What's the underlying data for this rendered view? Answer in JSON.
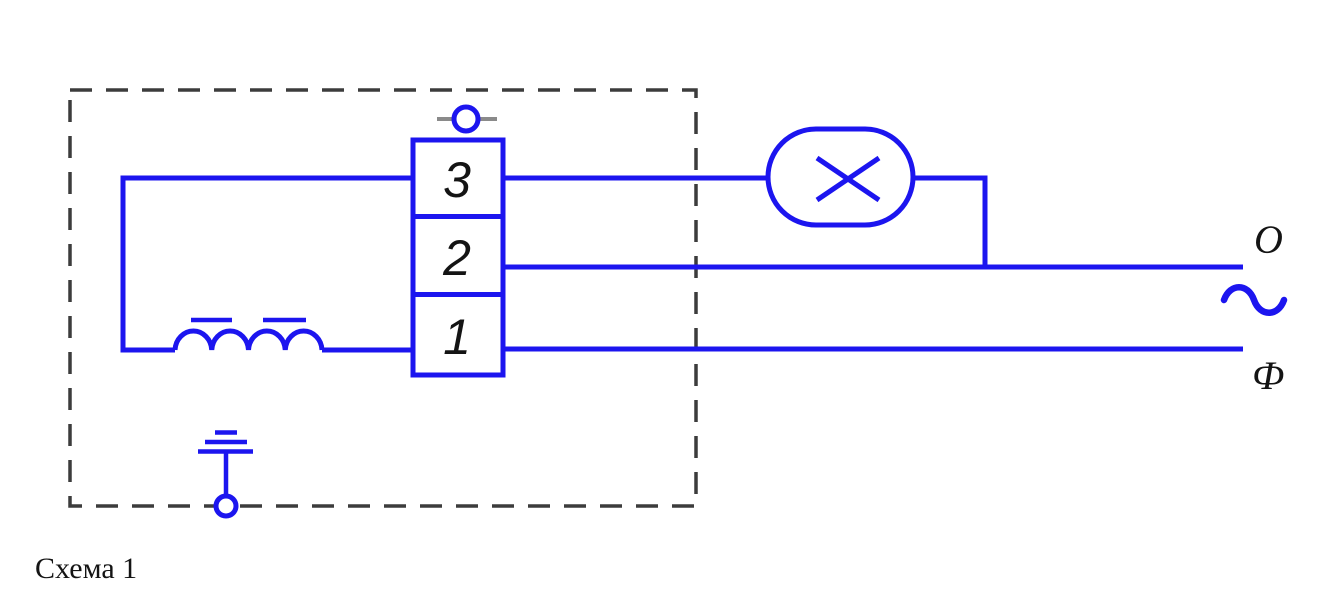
{
  "diagram": {
    "caption": "Схема 1",
    "terminal_block": {
      "terminals": [
        {
          "label": "3"
        },
        {
          "label": "2"
        },
        {
          "label": "1"
        }
      ]
    },
    "supply": {
      "neutral_label": "O",
      "ac_symbol": "~",
      "phase_label": "Ф"
    },
    "symbols": {
      "lamp": "lamp-icon",
      "inductor": "inductor-coil-icon",
      "ground": "earth-ground-icon",
      "connector": "pin-connector-icon"
    }
  },
  "colors": {
    "wire_blue": "#1c15ef",
    "boundary_gray": "#3c3c3c",
    "connector_gray": "#8a8a8a",
    "label_black": "#141414",
    "background": "#ffffff"
  }
}
